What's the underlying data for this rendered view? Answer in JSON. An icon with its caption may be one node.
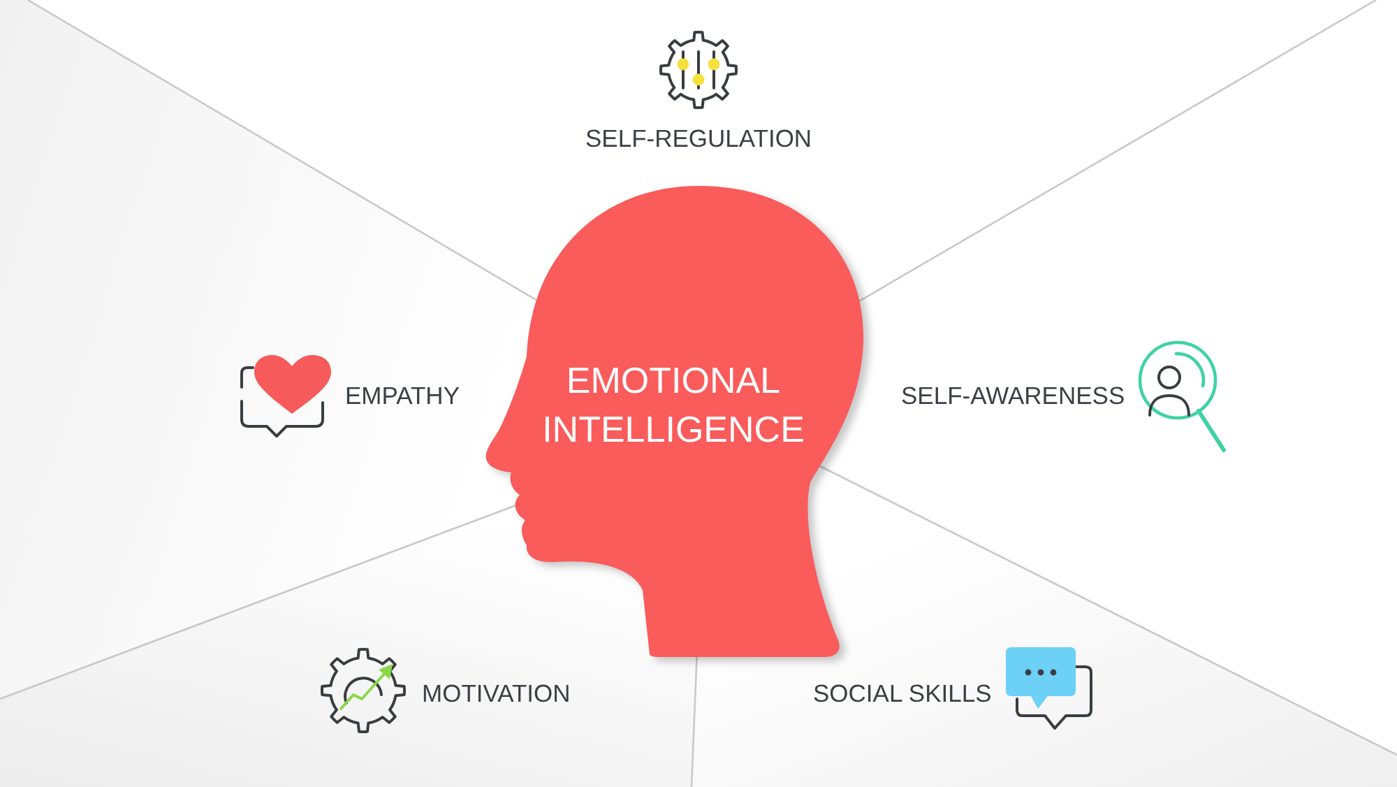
{
  "diagram": {
    "nodes": [
      {
        "text": [
          "EMOTIONAL INTELLIGENCE"
        ]
      }
    ],
    "labels": [
      "SELF-REGULATION",
      "EMPATHY",
      "SELF-AWARENESS",
      "MOTIVATION",
      "SOCIAL SKILLS"
    ]
  }
}
